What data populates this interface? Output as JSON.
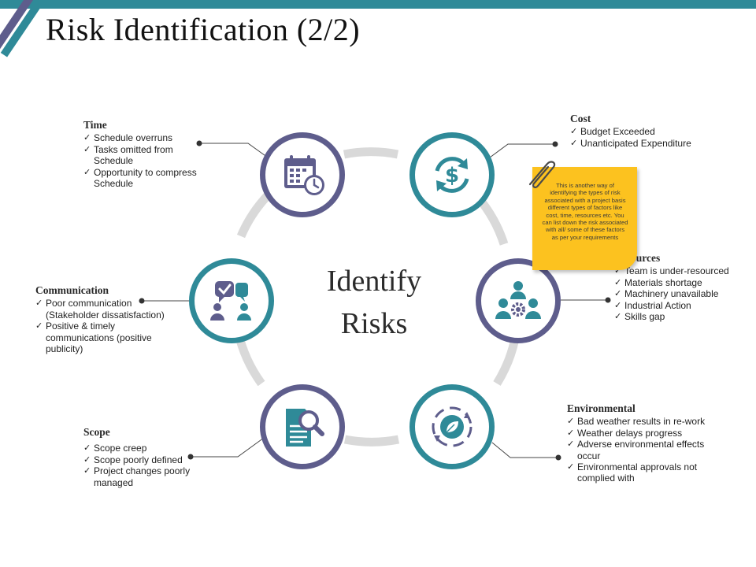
{
  "slide": {
    "title": "Risk Identification (2/2)",
    "center_text": [
      "Identify",
      "Risks"
    ]
  },
  "categories": {
    "time": {
      "heading": "Time",
      "items": [
        "Schedule overruns",
        "Tasks omitted from Schedule",
        "Opportunity to compress Schedule"
      ]
    },
    "cost": {
      "heading": "Cost",
      "items": [
        "Budget Exceeded",
        "Unanticipated Expenditure"
      ]
    },
    "communication": {
      "heading": "Communication",
      "items": [
        "Poor communication (Stakeholder dissatisfaction)",
        "Positive & timely communications (positive publicity)"
      ]
    },
    "resources": {
      "heading": "Resources",
      "items": [
        "Team is under-resourced",
        "Materials shortage",
        "Machinery unavailable",
        "Industrial Action",
        "Skills gap"
      ]
    },
    "scope": {
      "heading": "Scope",
      "items": [
        "Scope creep",
        "Scope poorly defined",
        "Project changes poorly managed"
      ]
    },
    "environmental": {
      "heading": "Environmental",
      "items": [
        "Bad weather results in re-work",
        "Weather delays progress",
        "Adverse environmental effects occur",
        "Environmental approvals not complied with"
      ]
    }
  },
  "sticky_note": {
    "text": "This is another way of identifying the types of risk associated with a project basis different types of factors like cost, time, resources etc. You can list down the risk associated with all/ some of these factors as per your requirements"
  },
  "icons": {
    "time": "calendar-clock-icon",
    "cost": "dollar-cycle-icon",
    "communication": "chat-people-icon",
    "resources": "team-gear-icon",
    "scope": "document-magnifier-icon",
    "environmental": "leaf-cycle-icon"
  },
  "colors": {
    "purple": "#5e5d8c",
    "teal": "#2f8a98",
    "ring_gray": "#d9d9d9",
    "note_yellow": "#fcc21f"
  }
}
